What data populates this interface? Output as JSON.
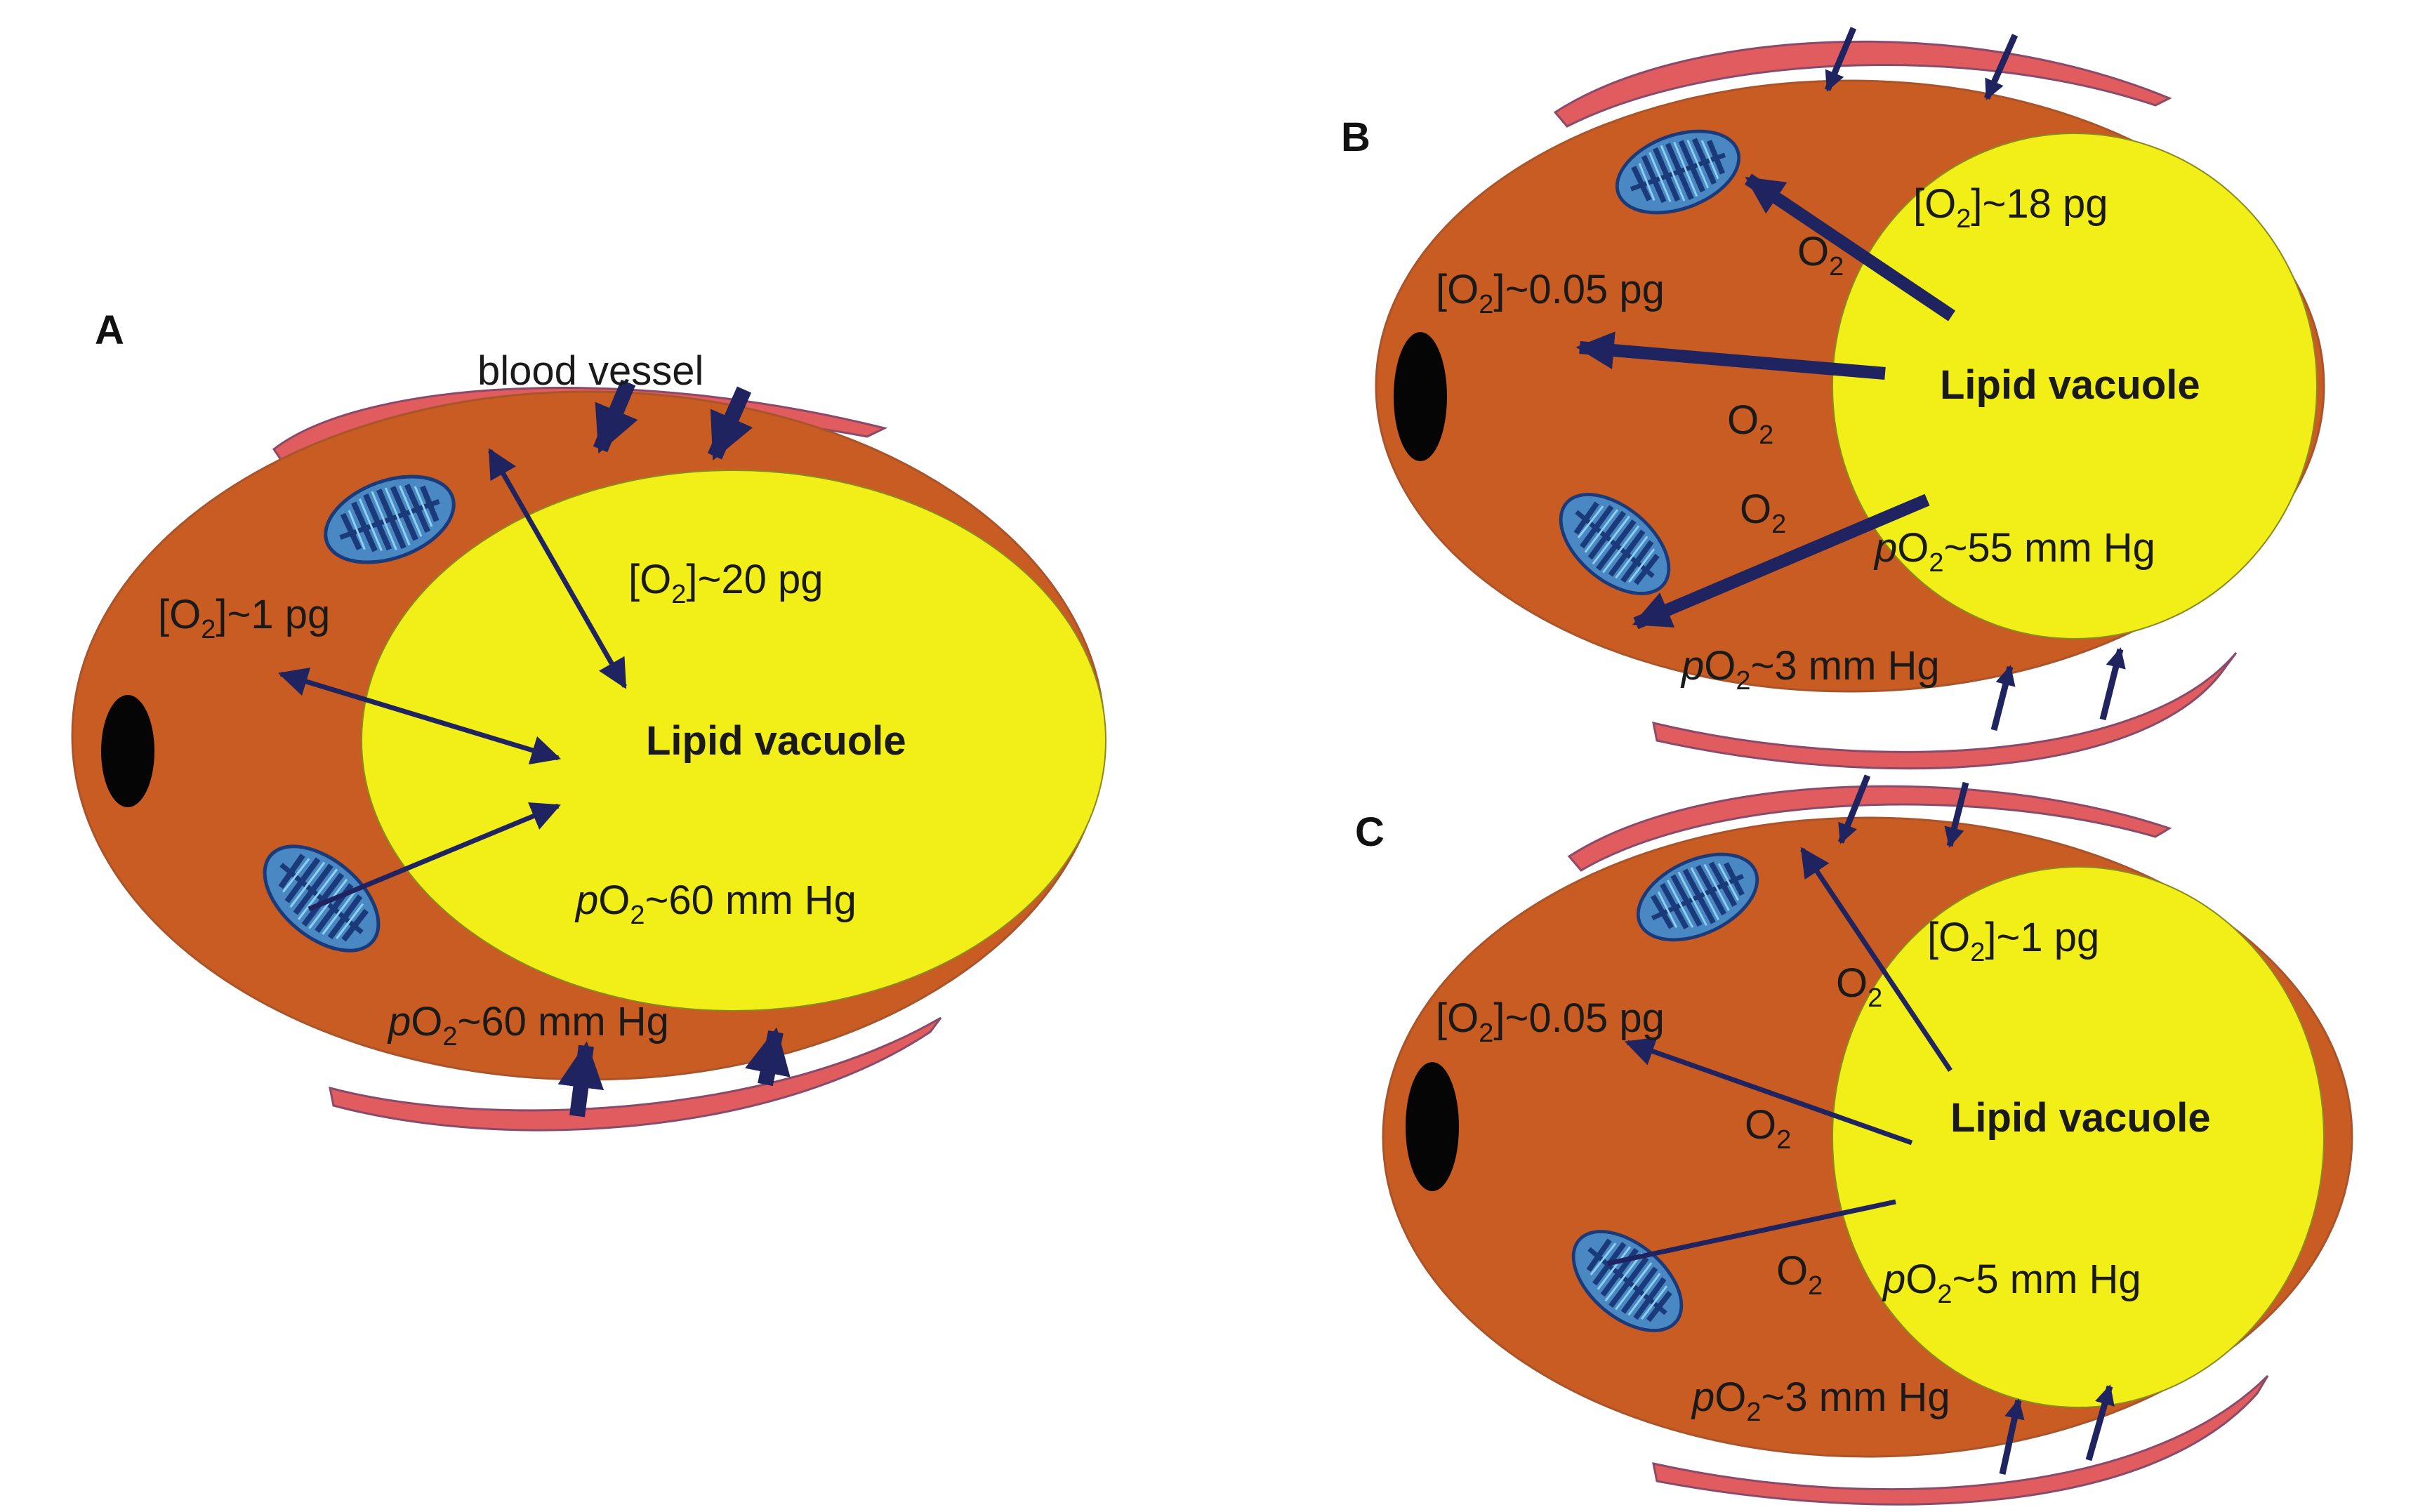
{
  "colors": {
    "cell": "#c85c22",
    "vacuole": "#f2ee18",
    "vessel": "#e05c5e",
    "nucleus": "#050505",
    "mito_fill": "#4a88c4",
    "mito_stroke": "#1a3a7a",
    "arrow": "#1f2460"
  },
  "panels": {
    "A": {
      "letter": "A",
      "vessel_label": "blood vessel",
      "cyto_conc": {
        "pre": "[O",
        "sub": "2",
        "post": "]~1 pg"
      },
      "vac_conc": {
        "pre": "[O",
        "sub": "2",
        "post": "]~20 pg"
      },
      "vacuole_label": "Lipid vacuole",
      "vac_po2": {
        "italic": "p",
        "pre": "O",
        "sub": "2",
        "post": "~60 mm Hg"
      },
      "cell_po2": {
        "italic": "p",
        "pre": "O",
        "sub": "2",
        "post": "~60 mm Hg"
      }
    },
    "B": {
      "letter": "B",
      "cyto_conc": {
        "pre": "[O",
        "sub": "2",
        "post": "]~0.05 pg"
      },
      "vac_conc": {
        "pre": "[O",
        "sub": "2",
        "post": "]~18 pg"
      },
      "vacuole_label": "Lipid vacuole",
      "o2_labels": [
        {
          "pre": "O",
          "sub": "2"
        },
        {
          "pre": "O",
          "sub": "2"
        },
        {
          "pre": "O",
          "sub": "2"
        }
      ],
      "vac_po2": {
        "italic": "p",
        "pre": "O",
        "sub": "2",
        "post": "~55 mm Hg"
      },
      "cell_po2": {
        "italic": "p",
        "pre": "O",
        "sub": "2",
        "post": "~3 mm Hg"
      }
    },
    "C": {
      "letter": "C",
      "cyto_conc": {
        "pre": "[O",
        "sub": "2",
        "post": "]~0.05 pg"
      },
      "vac_conc": {
        "pre": "[O",
        "sub": "2",
        "post": "]~1 pg"
      },
      "vacuole_label": "Lipid vacuole",
      "o2_labels": [
        {
          "pre": "O",
          "sub": "2"
        },
        {
          "pre": "O",
          "sub": "2"
        },
        {
          "pre": "O",
          "sub": "2"
        }
      ],
      "vac_po2": {
        "italic": "p",
        "pre": "O",
        "sub": "2",
        "post": "~5 mm Hg"
      },
      "cell_po2": {
        "italic": "p",
        "pre": "O",
        "sub": "2",
        "post": "~3 mm Hg"
      }
    }
  }
}
